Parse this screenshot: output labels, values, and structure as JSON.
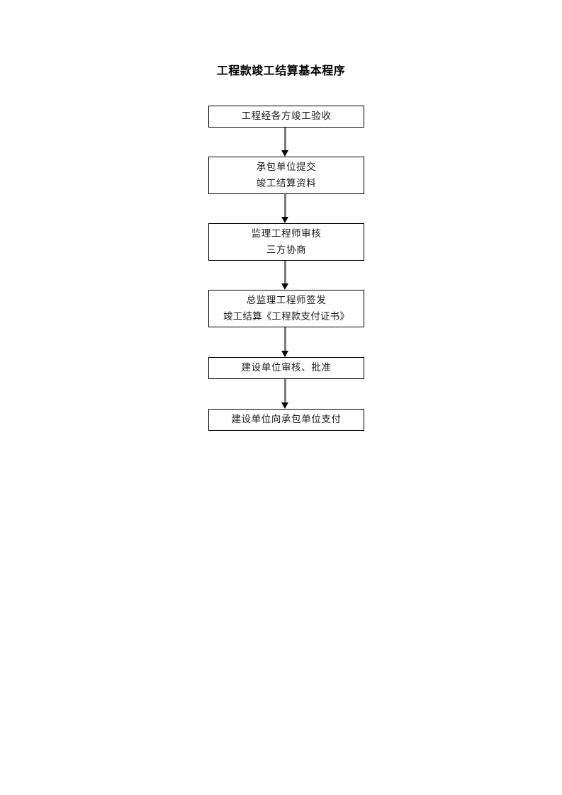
{
  "document": {
    "title": "工程款竣工结算基本程序",
    "background_color": "#ffffff",
    "text_color": "#000000"
  },
  "chart_data": {
    "type": "diagram",
    "diagram_type": "flowchart",
    "orientation": "top-to-bottom",
    "title": "工程款竣工结算基本程序",
    "node_border_color": "#000000",
    "node_fill_color": "#ffffff",
    "connector_color": "#7d7d7d",
    "arrowhead_color": "#0a0a0a",
    "nodes": [
      {
        "id": "node-1",
        "step": 1,
        "lines": [
          "工程经各方竣工验收"
        ],
        "shape": "rectangle"
      },
      {
        "id": "node-2",
        "step": 2,
        "lines": [
          "承包单位提交",
          "竣工结算资料"
        ],
        "shape": "rectangle"
      },
      {
        "id": "node-3",
        "step": 3,
        "lines": [
          "监理工程师审核",
          "三方协商"
        ],
        "shape": "rectangle"
      },
      {
        "id": "node-4",
        "step": 4,
        "lines": [
          "总监理工程师签发",
          "竣工结算《工程款支付证书》"
        ],
        "shape": "rectangle"
      },
      {
        "id": "node-5",
        "step": 5,
        "lines": [
          "建设单位审核、批准"
        ],
        "shape": "rectangle"
      },
      {
        "id": "node-6",
        "step": 6,
        "lines": [
          "建设单位向承包单位支付"
        ],
        "shape": "rectangle"
      }
    ],
    "edges": [
      {
        "from": "node-1",
        "to": "node-2",
        "label": "",
        "arrow": "down-arrow"
      },
      {
        "from": "node-2",
        "to": "node-3",
        "label": "",
        "arrow": "down-arrow"
      },
      {
        "from": "node-3",
        "to": "node-4",
        "label": "",
        "arrow": "down-arrow"
      },
      {
        "from": "node-4",
        "to": "node-5",
        "label": "",
        "arrow": "down-arrow"
      },
      {
        "from": "node-5",
        "to": "node-6",
        "label": "",
        "arrow": "down-arrow"
      }
    ]
  }
}
